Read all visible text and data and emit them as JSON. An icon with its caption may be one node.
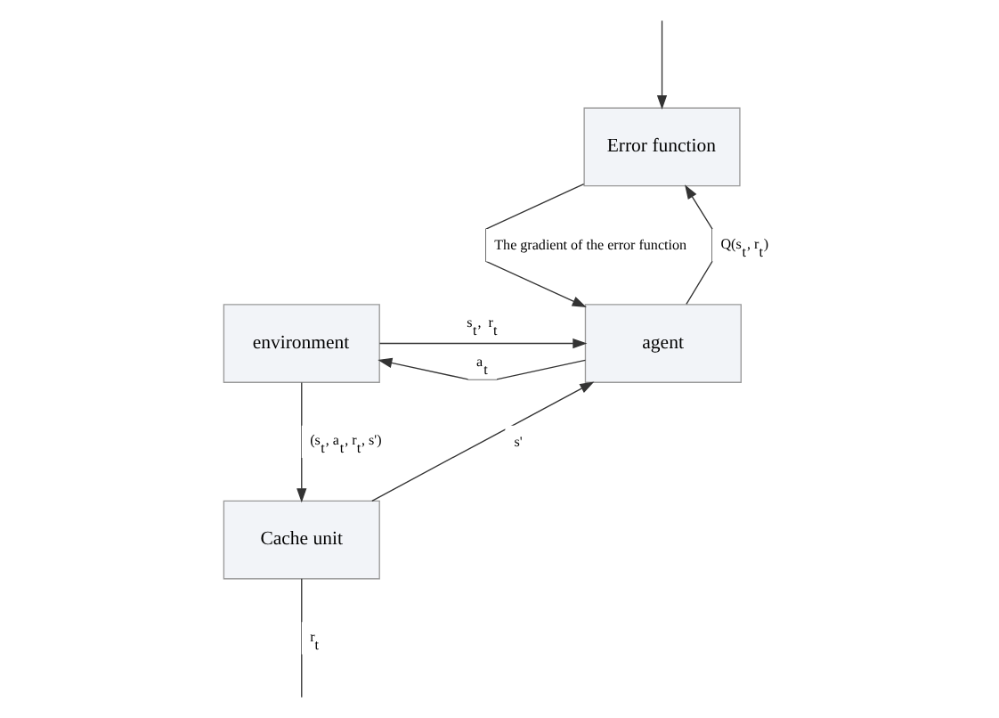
{
  "diagram": {
    "nodes": [
      {
        "text": [
          "Error function"
        ]
      },
      {
        "text": [
          "environment"
        ]
      },
      {
        "text": [
          "agent"
        ]
      },
      {
        "text": [
          "Cache unit"
        ]
      }
    ],
    "edges": [
      {
        "from": null,
        "to": 0,
        "arrow": "to"
      },
      {
        "from": 0,
        "to": 2,
        "arrow": "to",
        "label": "The gradient of the error function"
      },
      {
        "from": 2,
        "to": 0,
        "arrow": "to",
        "label": "Q(s$_{t}$, r$_{t}$)"
      },
      {
        "from": 2,
        "to": 1,
        "arrow": "to",
        "label": "a$_{t}$"
      },
      {
        "from": 1,
        "to": 2,
        "arrow": "to",
        "label": "s$_{t}$,  r$_{t}$"
      },
      {
        "from": 1,
        "to": 3,
        "arrow": "to",
        "label": "(s$_{t}$, a$_{t}$, r$_{t}$, s')"
      },
      {
        "from": 3,
        "to": 2,
        "arrow": "to",
        "label": "s'"
      },
      {
        "from": 3,
        "to": null,
        "arrow": "none",
        "label": "r$_{t}$"
      }
    ]
  }
}
